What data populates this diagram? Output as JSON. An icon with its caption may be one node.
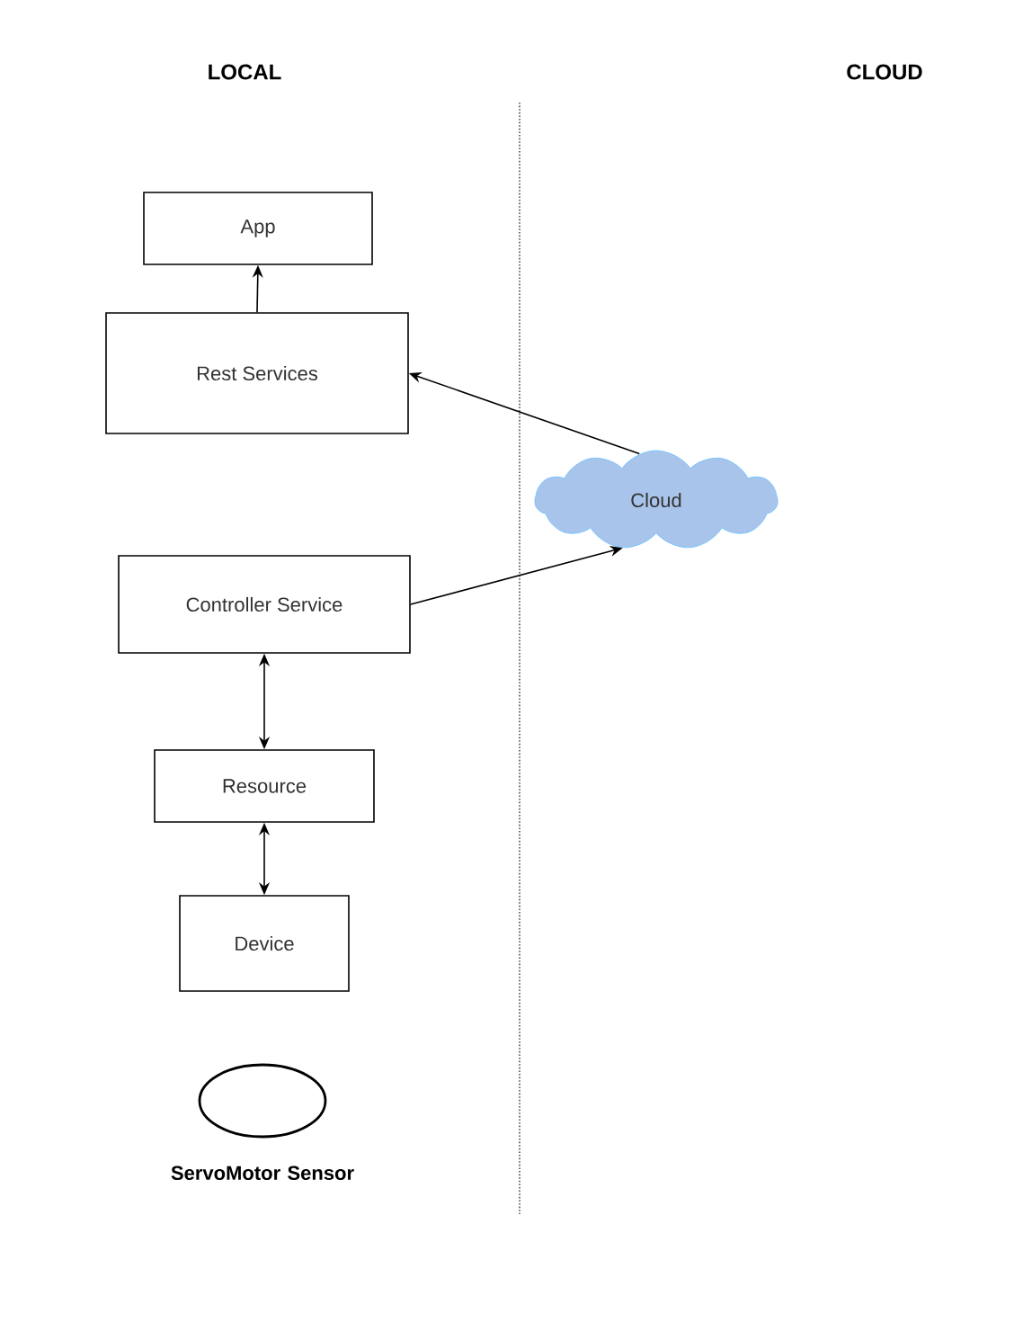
{
  "diagram": {
    "nodes": [
      {
        "text": [
          "App"
        ]
      },
      {
        "text": [
          "Rest Services"
        ]
      },
      {
        "text": [
          "Cloud"
        ]
      },
      {
        "text": [
          "Controller Service"
        ]
      },
      {
        "text": [
          "Resource"
        ]
      },
      {
        "text": [
          "Device"
        ]
      },
      {
        "text": [
          "ServoMotor Sensor"
        ]
      }
    ],
    "edges": [
      {
        "from": 1,
        "to": 0,
        "arrow": "to"
      },
      {
        "from": 2,
        "to": 1,
        "arrow": "to"
      },
      {
        "from": 3,
        "to": 2,
        "arrow": "to"
      },
      {
        "from": 3,
        "to": 4,
        "arrow": "both"
      },
      {
        "from": 4,
        "to": 5,
        "arrow": "both"
      }
    ],
    "labels": [
      "LOCAL",
      "CLOUD"
    ]
  }
}
